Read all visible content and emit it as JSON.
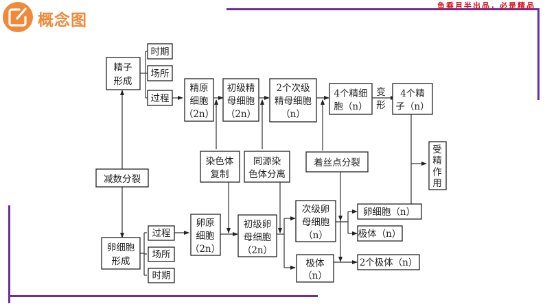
{
  "header": {
    "title": "概念图",
    "logo_icon": "edit-icon",
    "slogan": "鱼乘月半出品，必是精品",
    "accent_color": "#ef8a3a",
    "frame_color": "#6a2f9c",
    "slogan_color": "#d9141b"
  },
  "diagram": {
    "root": "减数分裂",
    "sperm": {
      "title": [
        "精子",
        "形成"
      ],
      "aspects": [
        "时期",
        "场所",
        "过程"
      ],
      "stages": [
        [
          "精原",
          "细胞",
          "（2n）"
        ],
        [
          "初级精",
          "母细胞",
          "（2n）"
        ],
        [
          "2个次级",
          "精母细胞",
          "（n）"
        ],
        [
          "4个精细",
          "胞（n）"
        ],
        [
          "4个精",
          "子（n）"
        ]
      ],
      "transform_label": [
        "变",
        "形"
      ]
    },
    "events": [
      [
        "染色体",
        "复制"
      ],
      [
        "同源染",
        "色体分离"
      ],
      [
        "着丝点分裂"
      ]
    ],
    "fertilization": [
      "受",
      "精",
      "作",
      "用"
    ],
    "egg": {
      "title": [
        "卵细胞",
        "形成"
      ],
      "aspects": [
        "过程",
        "场所",
        "时期"
      ],
      "stages": [
        [
          "卵原",
          "细胞",
          "（2n）"
        ],
        [
          "初级卵",
          "母细胞",
          "（2n）"
        ],
        [
          "次级卵",
          "母细胞",
          "（n）"
        ],
        [
          "极体",
          "（n）"
        ]
      ],
      "results": [
        "卵细胞（n）",
        "极体（n）",
        "2个极体（n）"
      ]
    }
  }
}
